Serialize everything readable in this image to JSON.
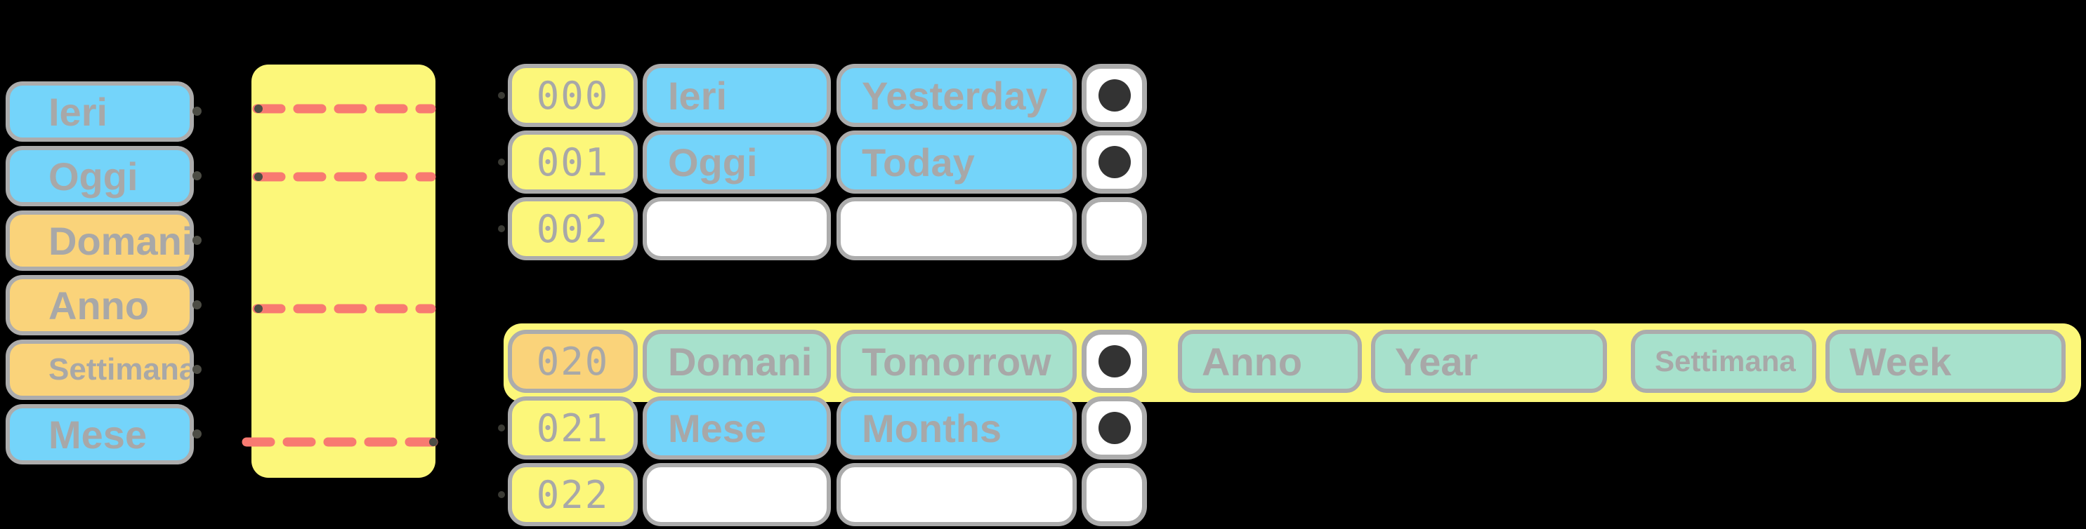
{
  "colors": {
    "bg": "#000000",
    "blue": "#74D4FA",
    "orange": "#FAD37A",
    "yellow": "#FCF77A",
    "teal": "#A7E1CC",
    "white": "#FFFFFF",
    "border": "#ACACAC",
    "text": "#A8A8A8",
    "red": "#F87A71",
    "dotc": "#333333",
    "tick": "#4D4D45"
  },
  "left_column": {
    "cards": [
      {
        "label": "Ieri"
      },
      {
        "label": "Oggi"
      },
      {
        "label": "Domani"
      },
      {
        "label": "Anno"
      },
      {
        "label": "Settimana"
      },
      {
        "label": "Mese"
      }
    ]
  },
  "timeline": {
    "marker_count": 4,
    "markers_aligned_with": [
      "Ieri",
      "Oggi",
      "Anno",
      "Mese"
    ]
  },
  "deck_top": {
    "rows": [
      {
        "id": "000",
        "front": "Ieri",
        "back": "Yesterday",
        "has_dot": true
      },
      {
        "id": "001",
        "front": "Oggi",
        "back": "Today",
        "has_dot": true
      },
      {
        "id": "002",
        "front": "",
        "back": "",
        "has_dot": false
      }
    ]
  },
  "deck_bottom": {
    "rows": [
      {
        "id": "020",
        "front": "Domani",
        "back": "Tomorrow",
        "has_dot": true,
        "highlighted": true
      },
      {
        "id": "021",
        "front": "Mese",
        "back": "Months",
        "has_dot": true
      },
      {
        "id": "022",
        "front": "",
        "back": "",
        "has_dot": false
      }
    ]
  },
  "highlight_band": {
    "cards": [
      {
        "label": "Anno"
      },
      {
        "label": "Year"
      },
      {
        "label": "Settimana"
      },
      {
        "label": "Week"
      }
    ]
  }
}
